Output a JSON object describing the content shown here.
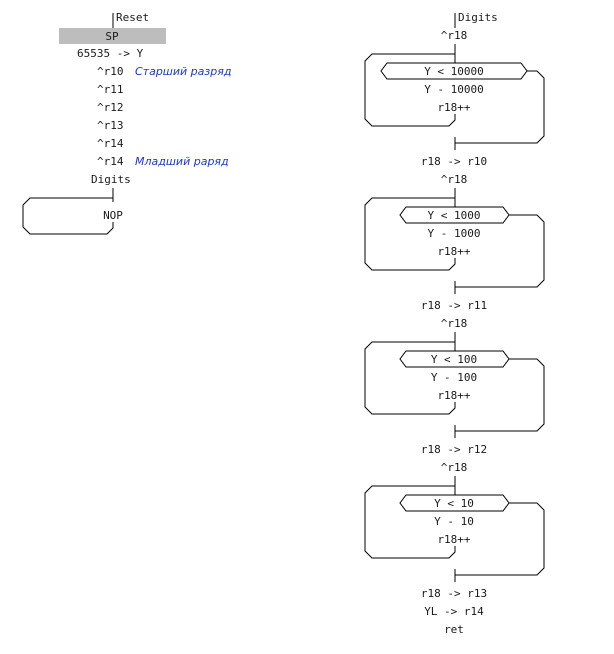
{
  "left_program": {
    "label": "Reset",
    "header": "SP",
    "lines": [
      "65535 -> Y",
      "^r10",
      "^r11",
      "^r12",
      "^r13",
      "^r14",
      "^r14"
    ],
    "comments": {
      "first": "Старший разряд",
      "last": "Младший раряд"
    },
    "call": "Digits",
    "loop_body": "NOP"
  },
  "right_program": {
    "label": "Digits",
    "blocks": [
      {
        "init": "^r18",
        "condition": "Y < 10000",
        "subtract": "Y - 10000",
        "increment": "r18++",
        "store": "r18 -> r10"
      },
      {
        "init": "^r18",
        "condition": "Y < 1000",
        "subtract": "Y - 1000",
        "increment": "r18++",
        "store": "r18 -> r11"
      },
      {
        "init": "^r18",
        "condition": "Y < 100",
        "subtract": "Y - 100",
        "increment": "r18++",
        "store": "r18 -> r12"
      },
      {
        "init": "^r18",
        "condition": "Y < 10",
        "subtract": "Y - 10",
        "increment": "r18++",
        "store": "r18 -> r13"
      }
    ],
    "tail": [
      "YL -> r14",
      "ret"
    ]
  }
}
